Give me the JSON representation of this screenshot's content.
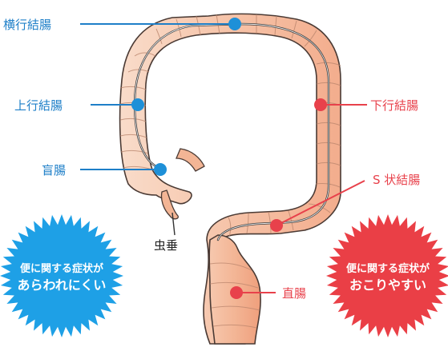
{
  "labels": {
    "transverse": "横行結腸",
    "ascending": "上行結腸",
    "cecum": "盲腸",
    "appendix": "虫垂",
    "descending": "下行結腸",
    "sigmoid": "S 状結腸",
    "rectum": "直腸"
  },
  "bursts": {
    "left": {
      "line1": "便に関する症状が",
      "line2": "あらわれにくい"
    },
    "right": {
      "line1": "便に関する症状が",
      "line2": "おこりやすい"
    }
  },
  "colors": {
    "blue": "#1e90d8",
    "red": "#e8414b",
    "label_blue": "#1e7fc8",
    "label_red": "#e8414b",
    "colon_fill": "#f4b89a",
    "colon_light": "#f9d9c8",
    "colon_outline": "#3a3a3a"
  }
}
